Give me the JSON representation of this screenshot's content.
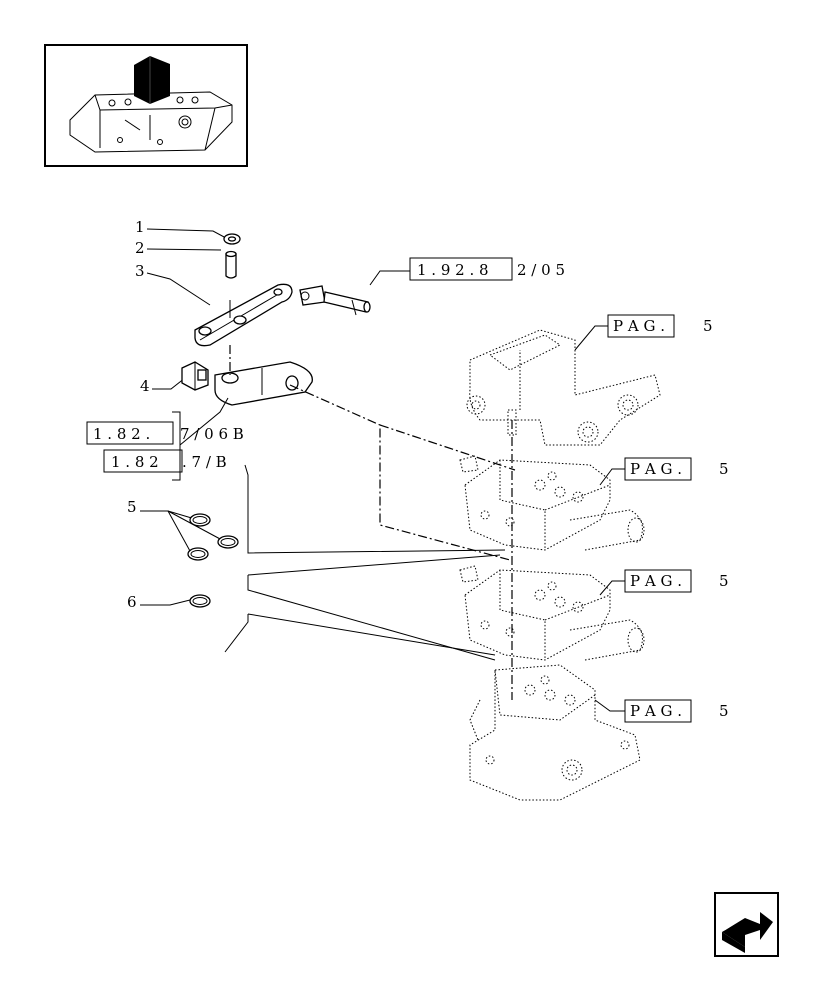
{
  "callouts": {
    "c1": "1",
    "c2": "2",
    "c3": "3",
    "c4": "4",
    "c5": "5",
    "c6": "6"
  },
  "references": {
    "ref_top": {
      "boxed": "1 . 9 2 . 8",
      "tail": "2 / 0 5"
    },
    "ref_left_a": {
      "boxed": "1 . 8 2 .",
      "tail": "7 / 0 6 B"
    },
    "ref_left_b": {
      "boxed": "1 . 8 2",
      "tail": ". 7 / B"
    },
    "pag_1": {
      "boxed": "P A G .",
      "tail": "5"
    },
    "pag_2": {
      "boxed": "P A G .",
      "tail": "5"
    },
    "pag_3": {
      "boxed": "P A G .",
      "tail": "5"
    },
    "pag_4": {
      "boxed": "P A G .",
      "tail": "5"
    }
  },
  "icons": {
    "thumbnail": "tractor-lift-housing-thumbnail-icon",
    "next_page": "next-page-arrow-icon"
  }
}
